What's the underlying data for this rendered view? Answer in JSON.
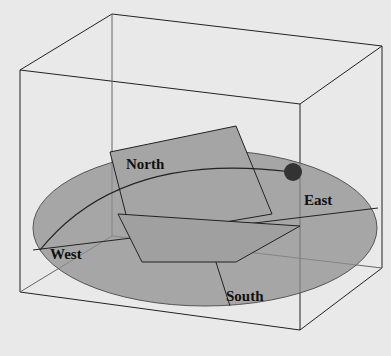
{
  "diagram": {
    "labels": [
      "North",
      "East",
      "West",
      "South"
    ]
  }
}
